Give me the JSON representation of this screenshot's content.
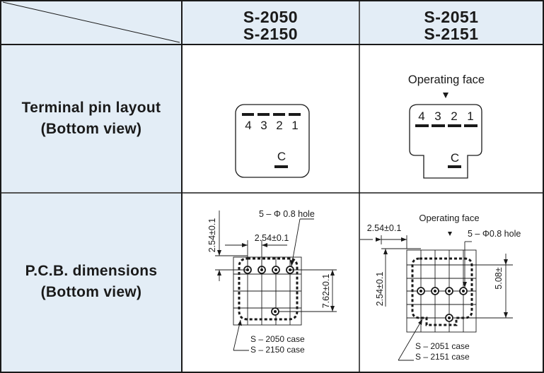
{
  "columns": [
    {
      "model_a": "S-2050",
      "model_b": "S-2150"
    },
    {
      "model_a": "S-2051",
      "model_b": "S-2151"
    }
  ],
  "rows": {
    "terminal": {
      "line1": "Terminal pin layout",
      "line2": "(Bottom view)"
    },
    "pcb": {
      "line1": "P.C.B. dimensions",
      "line2": "(Bottom view)"
    }
  },
  "pins": {
    "p4": "4",
    "p3": "3",
    "p2": "2",
    "p1": "1",
    "common": "C"
  },
  "operating_face": "Operating face",
  "pcb_left": {
    "dim_pitch_v": "2.54±0.1",
    "dim_pitch_h": "2.54±0.1",
    "dim_height": "7.62±0.1",
    "hole_label": "5 – Φ 0.8 hole",
    "case_line1": "S – 2050   case",
    "case_line2": "S – 2150   case"
  },
  "pcb_right": {
    "dim_pitch_h": "2.54±0.1",
    "dim_pitch_v": "2.54±0.1",
    "dim_height": "5.08±",
    "hole_label": "5 – Φ0.8 hole",
    "case_line1": "S – 2051   case",
    "case_line2": "S – 2151   case"
  },
  "colors": {
    "header_bg": "#e3edf6",
    "border": "#1a1a1a",
    "text": "#1a1a1a"
  }
}
